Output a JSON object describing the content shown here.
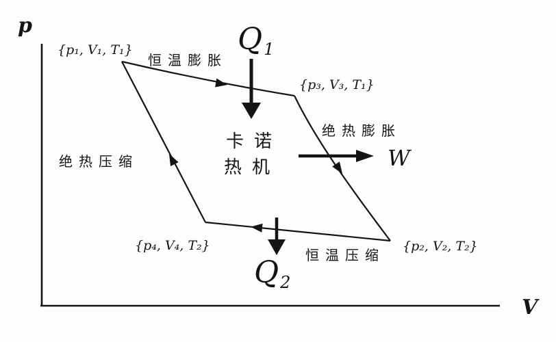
{
  "figure": {
    "colors": {
      "background": "#fdfdfd",
      "ink": "#141414"
    },
    "axes": {
      "y_label": "p",
      "x_label": "V"
    },
    "engine": {
      "line1": "卡诺",
      "line2": "热机"
    },
    "states": {
      "state1": "{p₁, V₁, T₁}",
      "state2": "{p₂, V₂, T₂}",
      "state3": "{p₃, V₃, T₁}",
      "state4": "{p₄, V₄, T₂}"
    },
    "processes": {
      "isothermal_expansion": "恒温膨胀",
      "adiabatic_expansion": "绝热膨胀",
      "isothermal_compression": "恒温压缩",
      "adiabatic_compression": "绝热压缩"
    },
    "energy": {
      "heat_in_symbol": "Q",
      "heat_in_sub": "1",
      "heat_out_symbol": "Q",
      "heat_out_sub": "2",
      "work_symbol": "W"
    }
  }
}
